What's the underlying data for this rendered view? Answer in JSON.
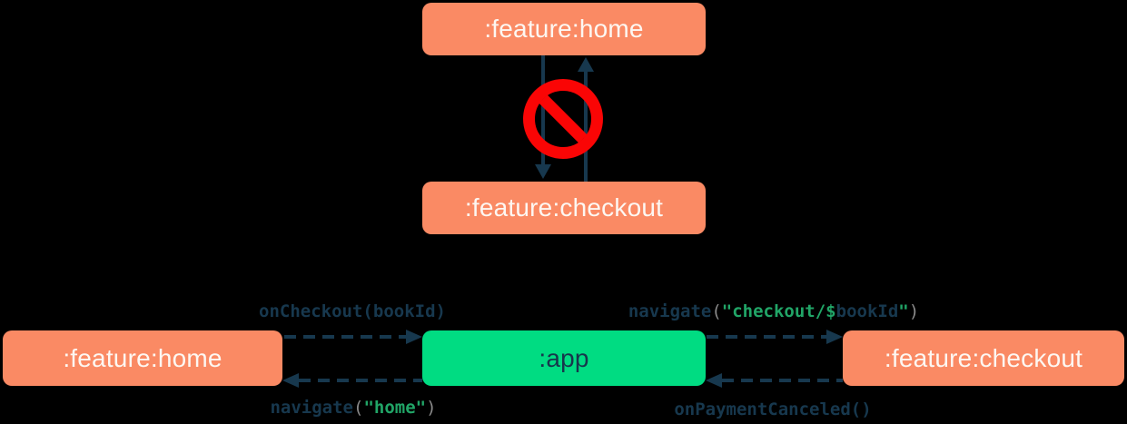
{
  "colors": {
    "background": "#000000",
    "feature_box": "#FA8A64",
    "app_box": "#00DC82",
    "feature_box_text": "#FDF7F2",
    "navy": "#17384E",
    "code_green": "#21A567",
    "code_gray": "#8A8A8A",
    "forbidden_red": "#FA0505"
  },
  "top_diagram": {
    "home_node": ":feature:home",
    "checkout_node": ":feature:checkout",
    "forbidden_icon": "no-entry-icon"
  },
  "bottom_diagram": {
    "home_node": ":feature:home",
    "app_node": ":app",
    "checkout_node": ":feature:checkout",
    "labels": {
      "on_checkout": {
        "fn": "onCheckout",
        "open": "(",
        "arg": "bookId",
        "close": ")"
      },
      "navigate_checkout": {
        "fn": "navigate",
        "open": "(",
        "str1": "\"checkout/$",
        "arg": "bookId",
        "str2": "\"",
        "close": ")"
      },
      "navigate_home": {
        "fn": "navigate",
        "open": "(",
        "str": "\"home\"",
        "close": ")"
      },
      "on_payment_canceled": {
        "text": "onPaymentCanceled()"
      }
    }
  }
}
